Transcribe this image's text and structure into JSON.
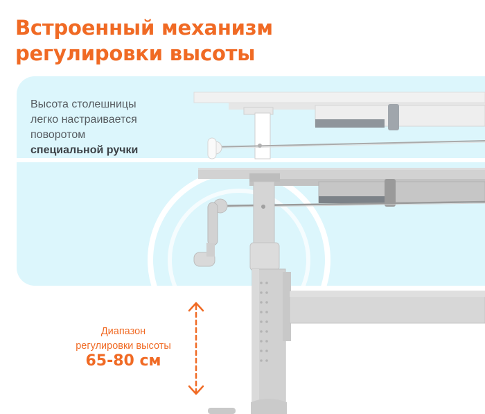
{
  "heading": {
    "line1": "Встроенный механизм",
    "line2": "регулировки высоты"
  },
  "description": {
    "line1": "Высота столешницы",
    "line2": "легко настраивается",
    "line3": "поворотом",
    "line4_bold": "специальной ручки"
  },
  "range": {
    "label_line1": "Диапазон",
    "label_line2": "регулировки высоты",
    "value": "65-80 см"
  },
  "icons": [
    "double-arrow-icon",
    "height-crank-icon"
  ],
  "colors": {
    "accent": "#f06a24",
    "panel": "#dcf6fc",
    "desk_light": "#f0f0f0",
    "desk_gray": "#cfcfcf"
  }
}
